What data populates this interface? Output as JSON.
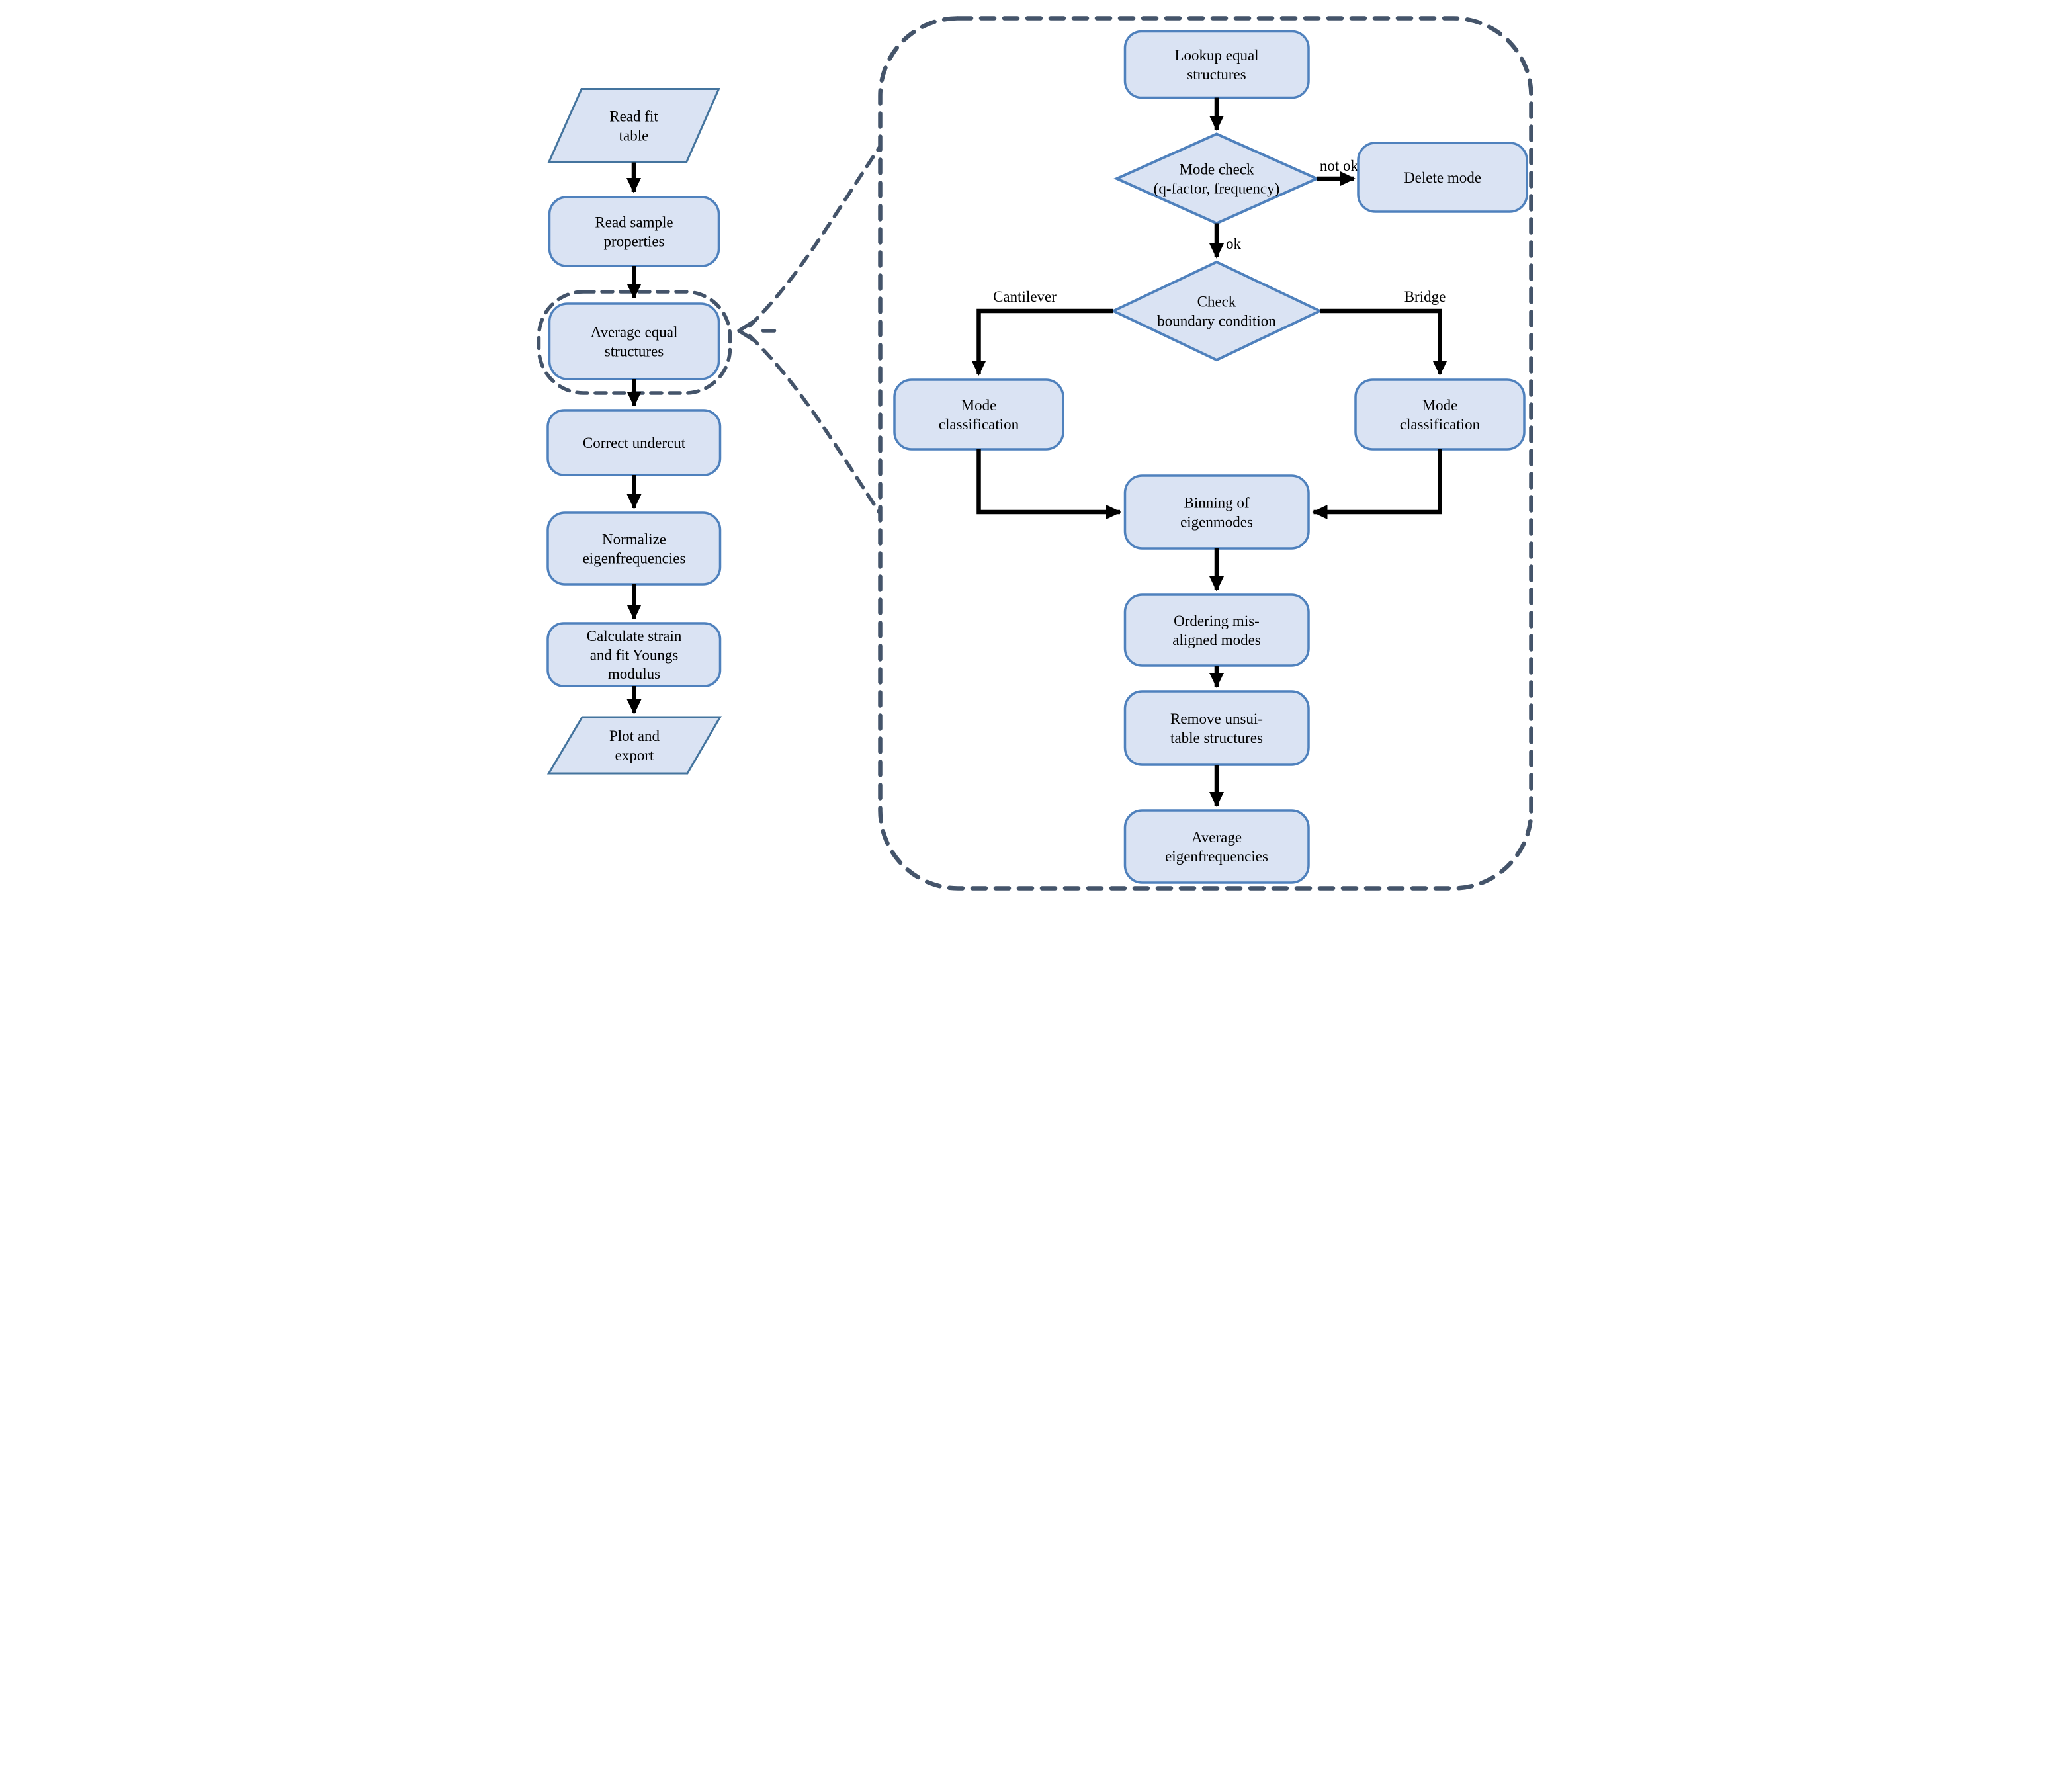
{
  "diagram_type": "flowchart",
  "colors": {
    "node_fill": "#dae3f3",
    "node_border": "#4f81bd",
    "parallelogram_border": "#44749e",
    "dashed_line": "#44546a",
    "arrow": "#000000",
    "text": "#000000",
    "background": "#ffffff"
  },
  "main_flow": {
    "read_fit_table": {
      "shape": "parallelogram",
      "lines": [
        "Read fit",
        "table"
      ]
    },
    "read_sample_properties": {
      "shape": "rounded-rect",
      "lines": [
        "Read sample",
        "properties"
      ]
    },
    "average_equal_structures": {
      "shape": "rounded-rect-dashed-highlight",
      "lines": [
        "Average equal",
        "structures"
      ]
    },
    "correct_undercut": {
      "shape": "rounded-rect",
      "lines": [
        "Correct undercut"
      ]
    },
    "normalize_eigenfrequencies": {
      "shape": "rounded-rect",
      "lines": [
        "Normalize",
        "eigenfrequencies"
      ]
    },
    "calculate_strain": {
      "shape": "rounded-rect",
      "lines": [
        "Calculate strain",
        "and fit Youngs",
        "modulus"
      ]
    },
    "plot_and_export": {
      "shape": "parallelogram",
      "lines": [
        "Plot and",
        "export"
      ]
    }
  },
  "detail_flow": {
    "lookup_equal_structures": {
      "shape": "rounded-rect",
      "lines": [
        "Lookup equal",
        "structures"
      ]
    },
    "mode_check": {
      "shape": "diamond",
      "lines": [
        "Mode check",
        "(q-factor, frequency)"
      ]
    },
    "delete_mode": {
      "shape": "rounded-rect",
      "lines": [
        "Delete mode"
      ]
    },
    "check_boundary_condition": {
      "shape": "diamond",
      "lines": [
        "Check",
        "boundary condition"
      ]
    },
    "mode_classification_left": {
      "shape": "rounded-rect",
      "lines": [
        "Mode",
        "classification"
      ]
    },
    "mode_classification_right": {
      "shape": "rounded-rect",
      "lines": [
        "Mode",
        "classification"
      ]
    },
    "binning_of_eigenmodes": {
      "shape": "rounded-rect",
      "lines": [
        "Binning of",
        "eigenmodes"
      ]
    },
    "ordering_misaligned_modes": {
      "shape": "rounded-rect",
      "lines": [
        "Ordering mis-",
        "aligned modes"
      ]
    },
    "remove_unsuitable_structures": {
      "shape": "rounded-rect",
      "lines": [
        "Remove unsui-",
        "table structures"
      ]
    },
    "average_eigenfrequencies": {
      "shape": "rounded-rect",
      "lines": [
        "Average",
        "eigenfrequencies"
      ]
    }
  },
  "edge_labels": {
    "not_ok": "not ok",
    "ok": "ok",
    "cantilever": "Cantilever",
    "bridge": "Bridge"
  }
}
